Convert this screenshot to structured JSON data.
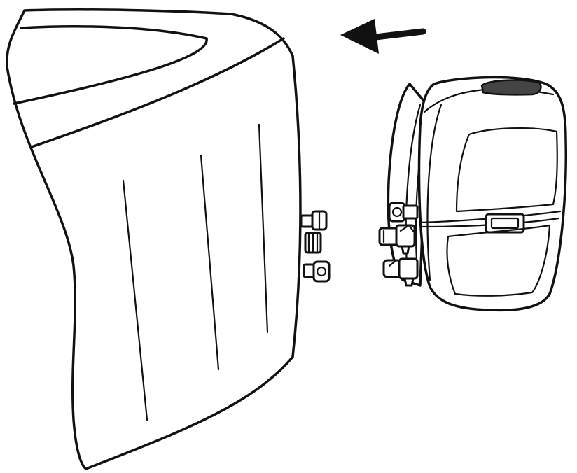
{
  "figure": {
    "kind": "assembly-illustration",
    "parts": [
      "spa-tub-wall",
      "connector-ports",
      "pump-heater-unit",
      "direction-arrow"
    ],
    "arrow_direction": "left",
    "colors": {
      "ink": "#111111",
      "background": "#ffffff",
      "accent": "#444444"
    }
  }
}
